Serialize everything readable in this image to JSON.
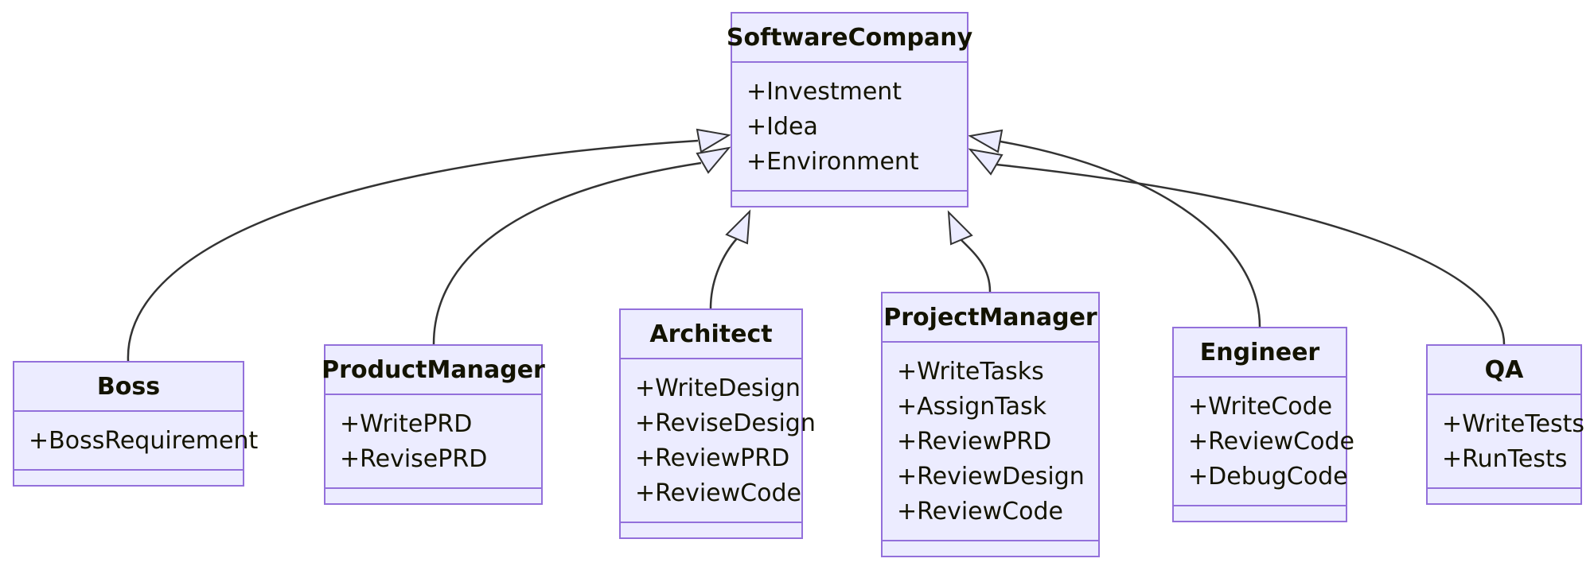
{
  "diagram": {
    "type": "uml-class-diagram",
    "colors": {
      "node_fill": "#ECECFF",
      "node_border": "#9370DB",
      "edge_line": "#333333",
      "arrowhead_fill": "#ECECFF",
      "text": "#131300",
      "background": "#FFFFFF"
    },
    "classes": [
      {
        "name": "SoftwareCompany",
        "members": [
          "+Investment",
          "+Idea",
          "+Environment"
        ]
      },
      {
        "name": "Boss",
        "members": [
          "+BossRequirement"
        ]
      },
      {
        "name": "ProductManager",
        "members": [
          "+WritePRD",
          "+RevisePRD"
        ]
      },
      {
        "name": "Architect",
        "members": [
          "+WriteDesign",
          "+ReviseDesign",
          "+ReviewPRD",
          "+ReviewCode"
        ]
      },
      {
        "name": "ProjectManager",
        "members": [
          "+WriteTasks",
          "+AssignTask",
          "+ReviewPRD",
          "+ReviewDesign",
          "+ReviewCode"
        ]
      },
      {
        "name": "Engineer",
        "members": [
          "+WriteCode",
          "+ReviewCode",
          "+DebugCode"
        ]
      },
      {
        "name": "QA",
        "members": [
          "+WriteTests",
          "+RunTests"
        ]
      }
    ],
    "relationships": [
      {
        "from": "Boss",
        "to": "SoftwareCompany",
        "type": "inheritance"
      },
      {
        "from": "ProductManager",
        "to": "SoftwareCompany",
        "type": "inheritance"
      },
      {
        "from": "Architect",
        "to": "SoftwareCompany",
        "type": "inheritance"
      },
      {
        "from": "ProjectManager",
        "to": "SoftwareCompany",
        "type": "inheritance"
      },
      {
        "from": "Engineer",
        "to": "SoftwareCompany",
        "type": "inheritance"
      },
      {
        "from": "QA",
        "to": "SoftwareCompany",
        "type": "inheritance"
      }
    ]
  }
}
